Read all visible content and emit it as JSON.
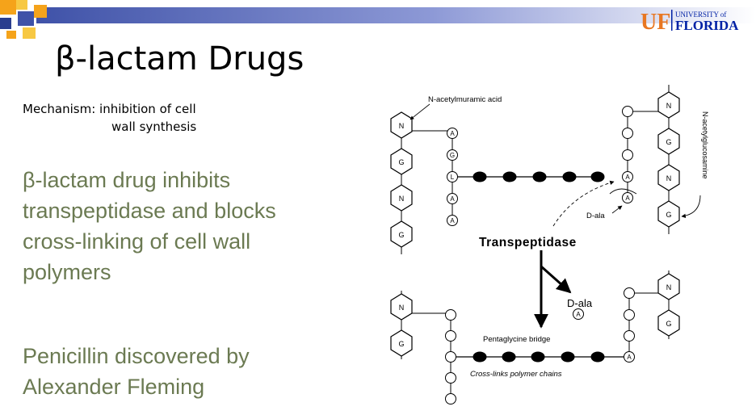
{
  "slide": {
    "title": "β-lactam Drugs",
    "mechanism_line1": "Mechanism:  inhibition of cell",
    "mechanism_line2": "wall synthesis",
    "point1": "β-lactam drug inhibits transpeptidase and blocks cross-linking of cell wall polymers",
    "point2": "Penicillin discovered by Alexander Fleming"
  },
  "logo": {
    "uf": "UF",
    "university_of": "UNIVERSITY of",
    "florida": "FLORIDA"
  },
  "diagram": {
    "n_acetylmuramic_label": "N-acetylmuramic acid",
    "n_acetylglucosamine_label": "N-acetylglucosamine",
    "transpeptidase_label": "Transpeptidase",
    "dala_small": "D-ala",
    "dala_large": "D-ala",
    "pentaglycine_label": "Pentaglycine bridge",
    "crosslinks_label": "Cross-links polymer chains",
    "hex_N": "N",
    "hex_G": "G",
    "circle_A": "A",
    "circle_G": "G",
    "circle_L": "L"
  },
  "colors": {
    "accent_blue": "#4b5fb5",
    "text_green": "#6b7a52",
    "logo_orange": "#e87722",
    "logo_blue": "#0021a5"
  }
}
